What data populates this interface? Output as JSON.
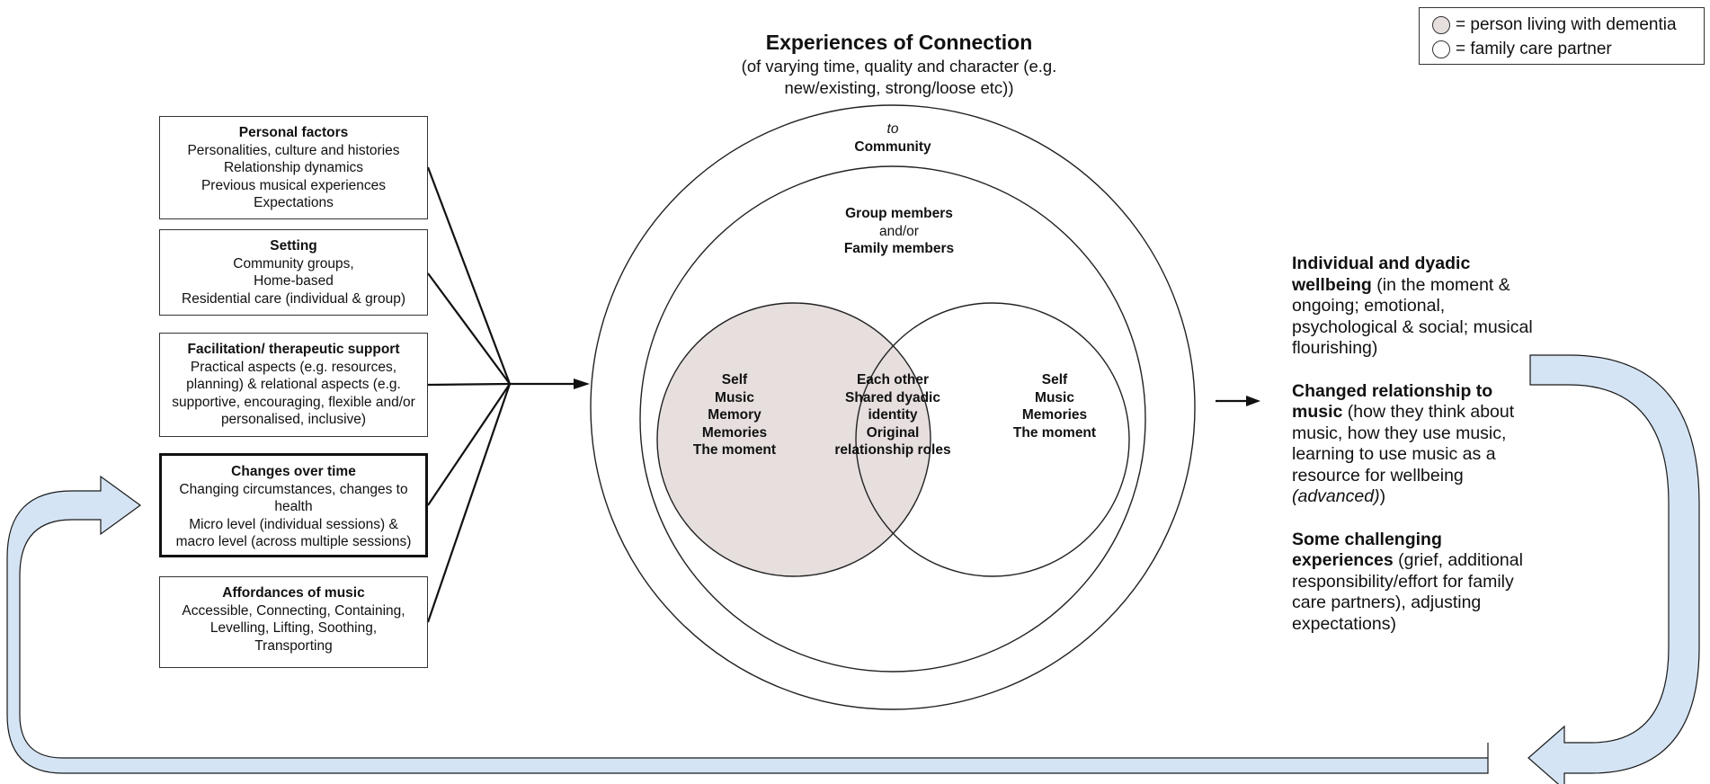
{
  "title": "Experiences of Connection",
  "subtitle_lines": [
    "(of varying time, quality and character (e.g.",
    "new/existing, strong/loose etc))"
  ],
  "legend": {
    "items": [
      {
        "label": "= person living with dementia",
        "color": "#e6dfde"
      },
      {
        "label": "= family care partner",
        "color": "#ffffff"
      }
    ]
  },
  "factors": [
    {
      "title": "Personal factors",
      "lines": [
        "Personalities, culture and histories",
        "Relationship dynamics",
        "Previous musical experiences",
        "Expectations"
      ]
    },
    {
      "title": "Setting",
      "lines": [
        "Community groups,",
        "Home-based",
        "Residential care (individual & group)"
      ]
    },
    {
      "title": "Facilitation/ therapeutic support",
      "lines": [
        "Practical aspects (e.g. resources,",
        "planning) & relational aspects (e.g.",
        "supportive, encouraging, flexible and/or",
        "personalised, inclusive)"
      ]
    },
    {
      "title": "Changes over time",
      "lines": [
        "Changing circumstances, changes to",
        "health",
        "Micro level (individual sessions) &",
        "macro level (across multiple sessions)"
      ]
    },
    {
      "title": "Affordances of music",
      "lines": [
        "Accessible, Connecting, Containing,",
        "Levelling, Lifting, Soothing,",
        "Transporting"
      ]
    }
  ],
  "circles": {
    "outer_to": "to",
    "outer_label": "Community",
    "middle_line1": "Group members",
    "middle_line2": "and/or",
    "middle_line3": "Family members",
    "left_items": [
      "Self",
      "Music",
      "Memory",
      "Memories",
      "The moment"
    ],
    "center_items": [
      "Each other",
      "Shared dyadic",
      "identity",
      "Original",
      "relationship roles"
    ],
    "right_items": [
      "Self",
      "Music",
      "Memories",
      "The moment"
    ]
  },
  "outcomes": [
    {
      "bold": "Individual and dyadic wellbeing",
      "rest": " (in the moment & ongoing; emotional, psychological & social; musical flourishing)"
    },
    {
      "bold": "Changed relationship to music",
      "rest": " (how they think about music, how they use music, learning to use music as a resource for wellbeing ",
      "italic": "(advanced)",
      "tail": ")"
    },
    {
      "bold": "Some challenging experiences",
      "rest": " (grief, additional responsibility/effort for family care partners), adjusting expectations)"
    }
  ],
  "colors": {
    "dementia_fill": "#e6dfde",
    "feedback_arrow_fill": "#d4e4f4",
    "feedback_arrow_stroke": "#1a1a1a"
  }
}
